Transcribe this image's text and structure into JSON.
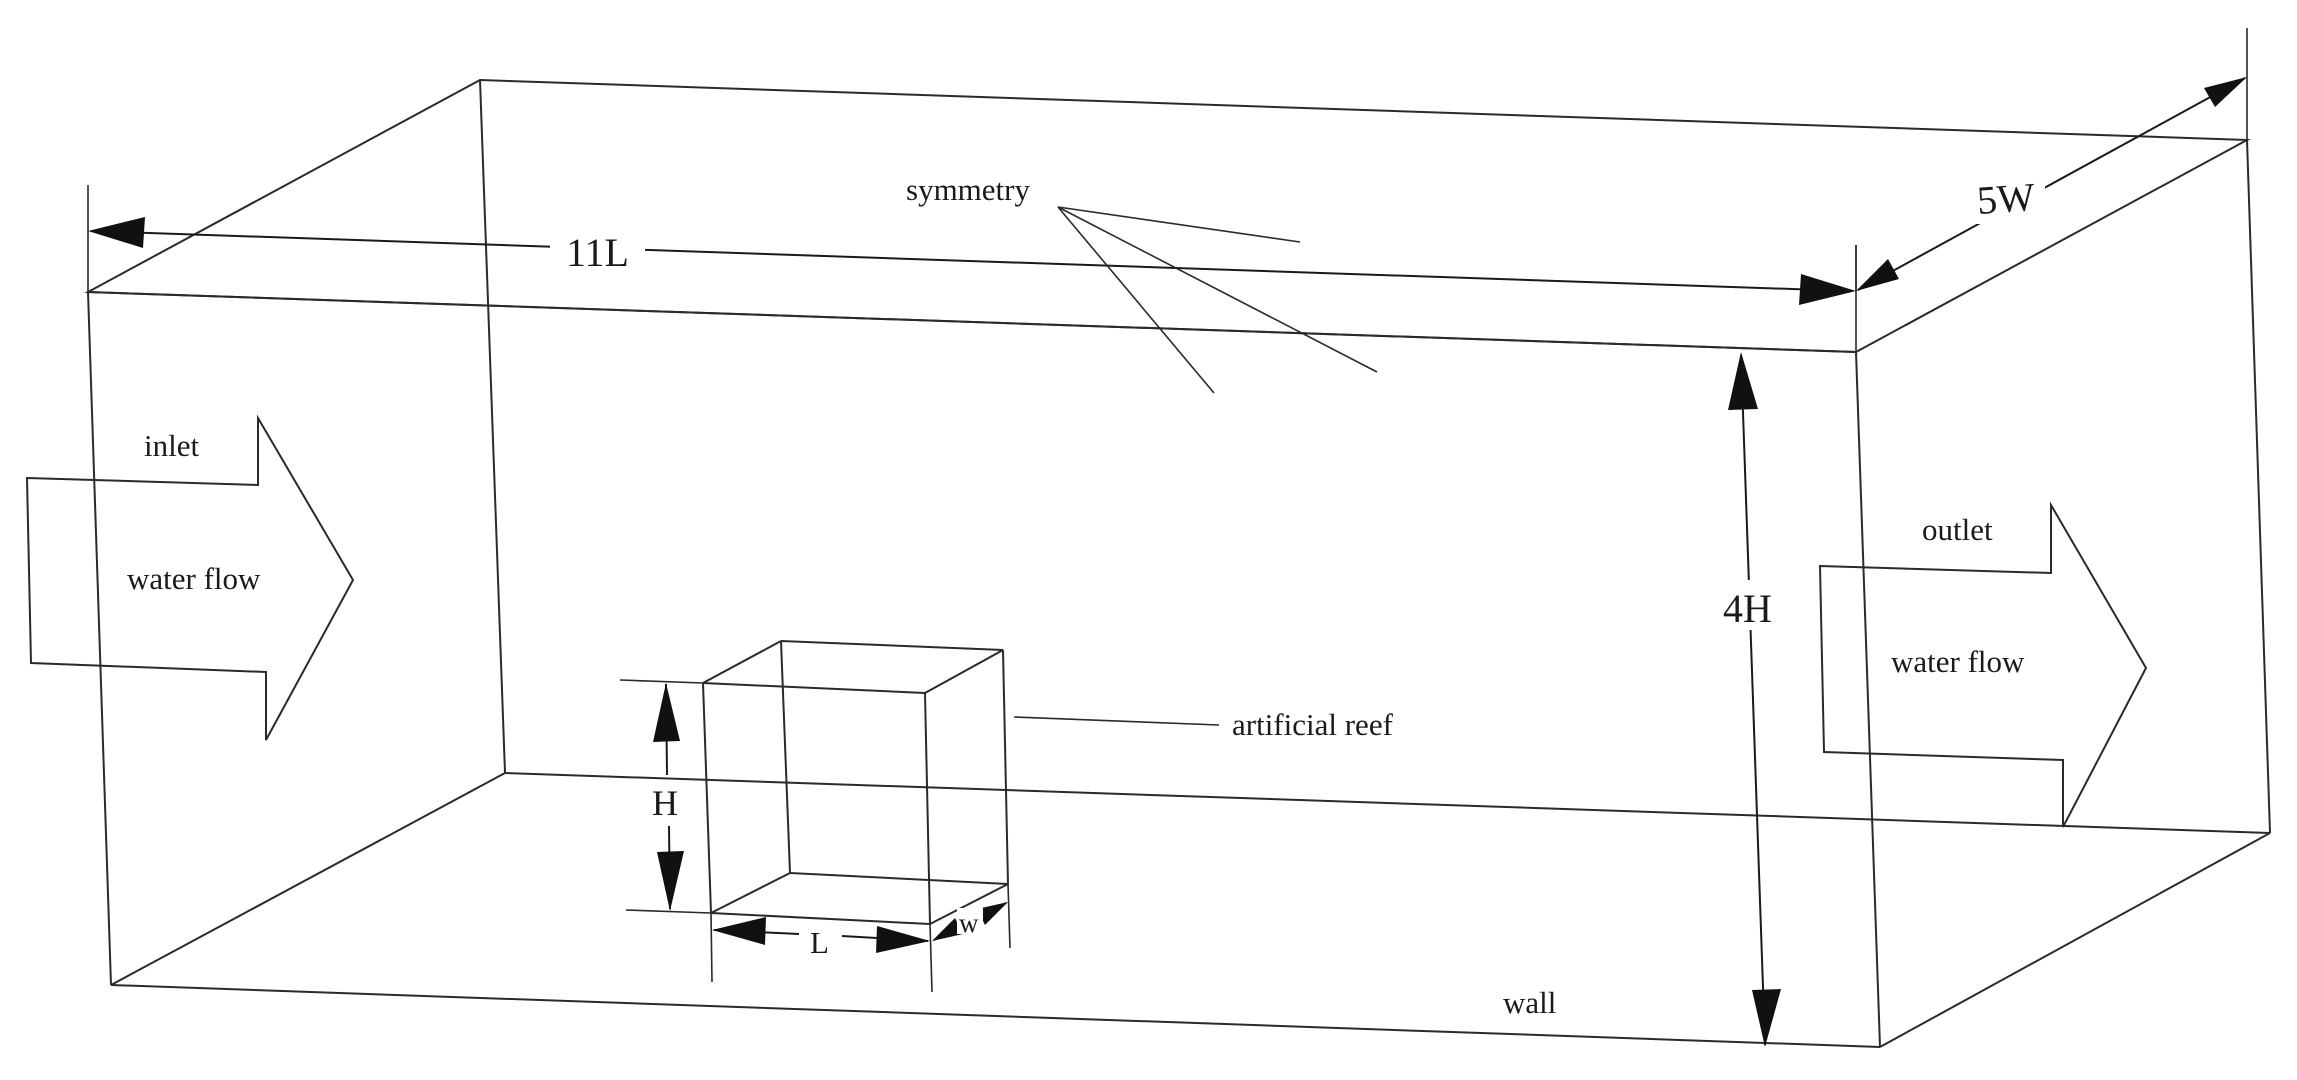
{
  "labels": {
    "symmetry": "symmetry",
    "length_11L": "11L",
    "width_5W": "5W",
    "inlet": "inlet",
    "inlet_flow": "water flow",
    "outlet": "outlet",
    "outlet_flow": "water flow",
    "height_4H": "4H",
    "artificial_reef": "artificial reef",
    "reef_height": "H",
    "reef_length": "L",
    "reef_width": "w",
    "wall": "wall"
  },
  "colors": {
    "line": "#2a2a2a",
    "arrowhead": "#111111",
    "background": "#ffffff"
  }
}
